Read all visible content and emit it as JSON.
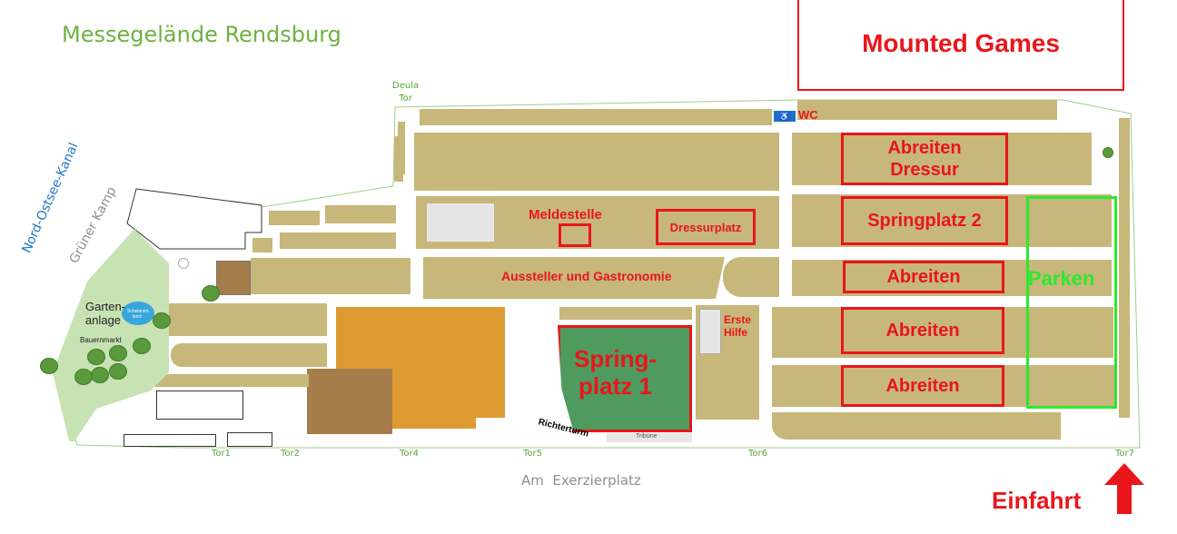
{
  "map": {
    "title": "Messegelände Rendsburg",
    "canal_label": "Nord-Ostsee-Kanal",
    "road_kamp": "Grüner Kamp",
    "road_bottom": "Am  Exerzierplatz",
    "garden_label": "Garten-\nanlage",
    "garden_market": "Bauernmarkt",
    "pond_label": "Schwanen-teich",
    "gates": {
      "deula": "Deula\nTor",
      "tor1": "Tor1",
      "tor2": "Tor2",
      "tor4": "Tor4",
      "tor5": "Tor5",
      "tor6": "Tor6",
      "tor7": "Tor7"
    },
    "areas": {
      "mounted_games": "Mounted Games",
      "wc": "WC",
      "abreiten_dressur": "Abreiten\nDressur",
      "springplatz2": "Springplatz 2",
      "abreiten_1": "Abreiten",
      "abreiten_2": "Abreiten",
      "abreiten_3": "Abreiten",
      "parken": "Parken",
      "meldestelle": "Meldestelle",
      "dressurplatz": "Dressurplatz",
      "aussteller": "Aussteller und Gastronomie",
      "erste_hilfe": "Erste\nHilfe",
      "springplatz1": "Spring-\nplatz 1",
      "richterturm": "Richterturm",
      "tribuene": "Tribüne",
      "einfahrt": "Einfahrt"
    },
    "colors": {
      "sand": "#c8b77a",
      "red": "#e8161b",
      "green_outline": "#2ee82e",
      "arena": "#4f9a5f",
      "orange_hall": "#dd9a33",
      "brown_hall": "#a57d4b"
    }
  }
}
